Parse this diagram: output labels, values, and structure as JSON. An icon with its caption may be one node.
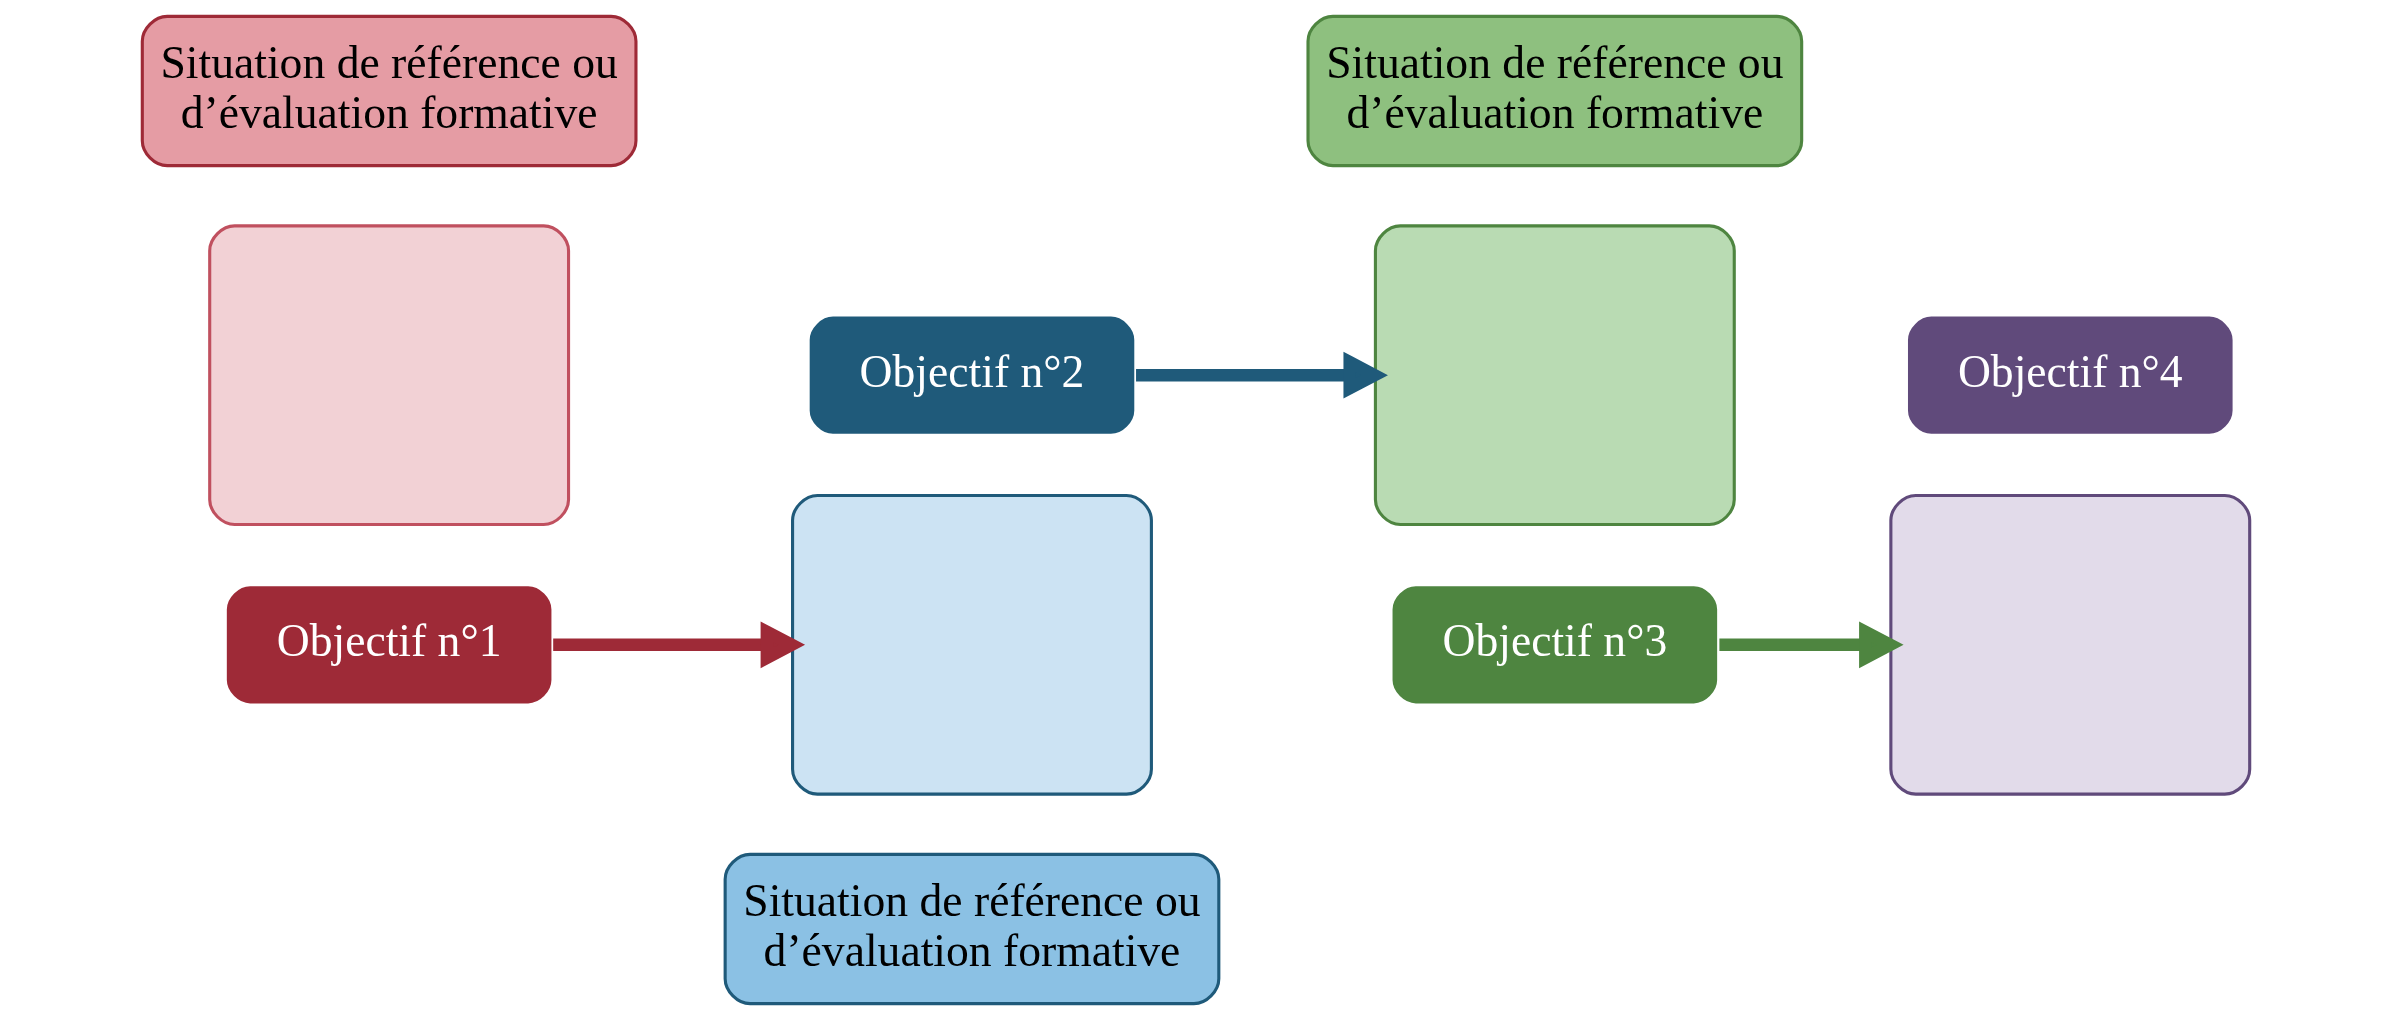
{
  "diagram": {
    "nodes": [
      {
        "text": [],
        "shape": "box"
      },
      {
        "text": [
          "Objectif n°1"
        ]
      },
      {
        "text": [
          "Situation de référence ou d’évaluation formative"
        ]
      },
      {
        "text": [],
        "shape": "box"
      },
      {
        "text": [
          "Objectif n°2"
        ]
      },
      {
        "text": [
          "Situation de référence ou d’évaluation formative"
        ]
      },
      {
        "text": [],
        "shape": "box"
      },
      {
        "text": [
          "Objectif n°3"
        ]
      },
      {
        "text": [
          "Situation de référence ou d’évaluation formative"
        ]
      },
      {
        "text": [],
        "shape": "box"
      },
      {
        "text": [
          "Objectif n°4"
        ]
      }
    ],
    "edges": [
      {
        "from": 1,
        "to": 3,
        "arrow": "to",
        "color": "#9e2a37"
      },
      {
        "from": 4,
        "to": 6,
        "arrow": "to",
        "color": "#1f5a7a"
      },
      {
        "from": 7,
        "to": 9,
        "arrow": "to",
        "color": "#4e8540"
      }
    ]
  }
}
